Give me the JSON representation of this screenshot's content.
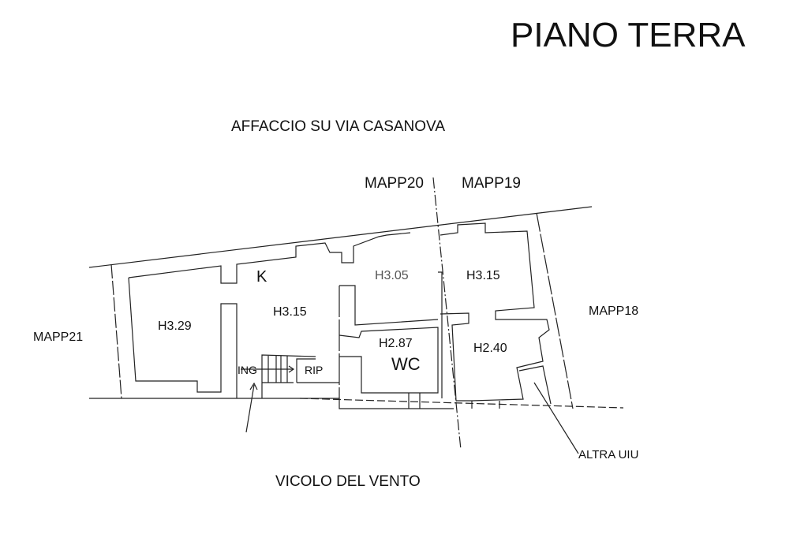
{
  "title": "PIANO TERRA",
  "north_label": "AFFACCIO SU VIA CASANOVA",
  "south_label": "VICOLO DEL VENTO",
  "parcels": {
    "mapp20": "MAPP20",
    "mapp19": "MAPP19",
    "mapp21": "MAPP21",
    "mapp18": "MAPP18"
  },
  "rooms": {
    "kitchen": "K",
    "left_height": "H3.29",
    "kitchen_height": "H3.15",
    "mid_height": "H3.05",
    "right_top_height": "H3.15",
    "wc_height": "H2.87",
    "wc": "WC",
    "right_bottom_height": "H2.40",
    "entrance": "ING",
    "storage": "RIP"
  },
  "other_unit": "ALTRA UIU"
}
